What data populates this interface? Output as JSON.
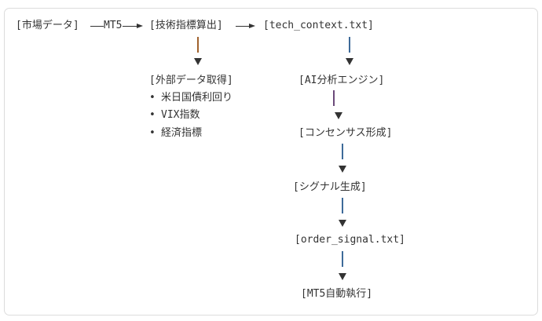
{
  "row1": {
    "market": "[市場データ]",
    "mt5_label": "MT5",
    "tech_calc": "[技術指標算出]",
    "tech_context": "[tech_context.txt]"
  },
  "external": {
    "title": "[外部データ取得]",
    "items": [
      "米日国債利回り",
      "VIX指数",
      "経済指標"
    ],
    "bullet": "•"
  },
  "pipeline": [
    "[AI分析エンジン]",
    "[コンセンサス形成]",
    "[シグナル生成]",
    "[order_signal.txt]",
    "[MT5自動執行]"
  ],
  "colors": {
    "text": "#333333",
    "line_orange": "#a0622d",
    "line_blue": "#3d6a99",
    "line_purple": "#6b4a7a",
    "border": "#dcdcdc"
  }
}
